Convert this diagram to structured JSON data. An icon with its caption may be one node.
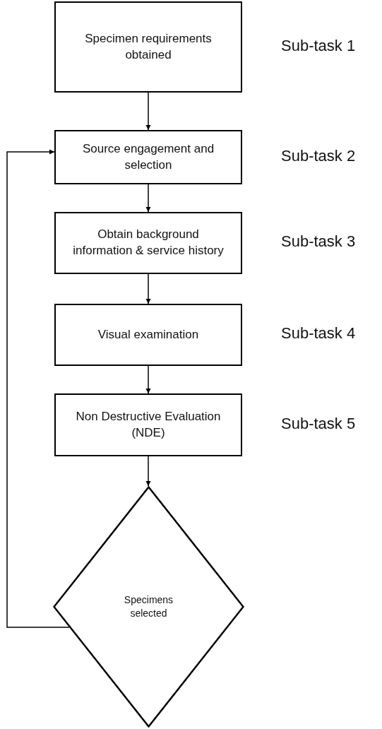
{
  "diagram": {
    "nodes": [
      {
        "text": [
          "Specimen requirements obtained"
        ],
        "beside": [
          "Sub-task 1"
        ]
      },
      {
        "text": [
          "Source engagement and selection"
        ],
        "beside": [
          "Sub-task 2"
        ]
      },
      {
        "text": [
          "Obtain background information & service history"
        ],
        "beside": [
          "Sub-task 3"
        ]
      },
      {
        "text": [
          "Visual examination"
        ],
        "beside": [
          "Sub-task 4"
        ]
      },
      {
        "text": [
          "Non Destructive Evaluation (NDE)"
        ],
        "beside": [
          "Sub-task 5"
        ]
      },
      {
        "text": [
          "Specimens selected"
        ]
      }
    ],
    "edges": [
      {
        "from": 0,
        "to": 1,
        "arrow": "to"
      },
      {
        "from": 1,
        "to": 2,
        "arrow": "to"
      },
      {
        "from": 2,
        "to": 3,
        "arrow": "to"
      },
      {
        "from": 3,
        "to": 4,
        "arrow": "to"
      },
      {
        "from": 4,
        "to": 5,
        "arrow": "to"
      },
      {
        "from": 5,
        "to": 1,
        "arrow": "to"
      }
    ]
  }
}
